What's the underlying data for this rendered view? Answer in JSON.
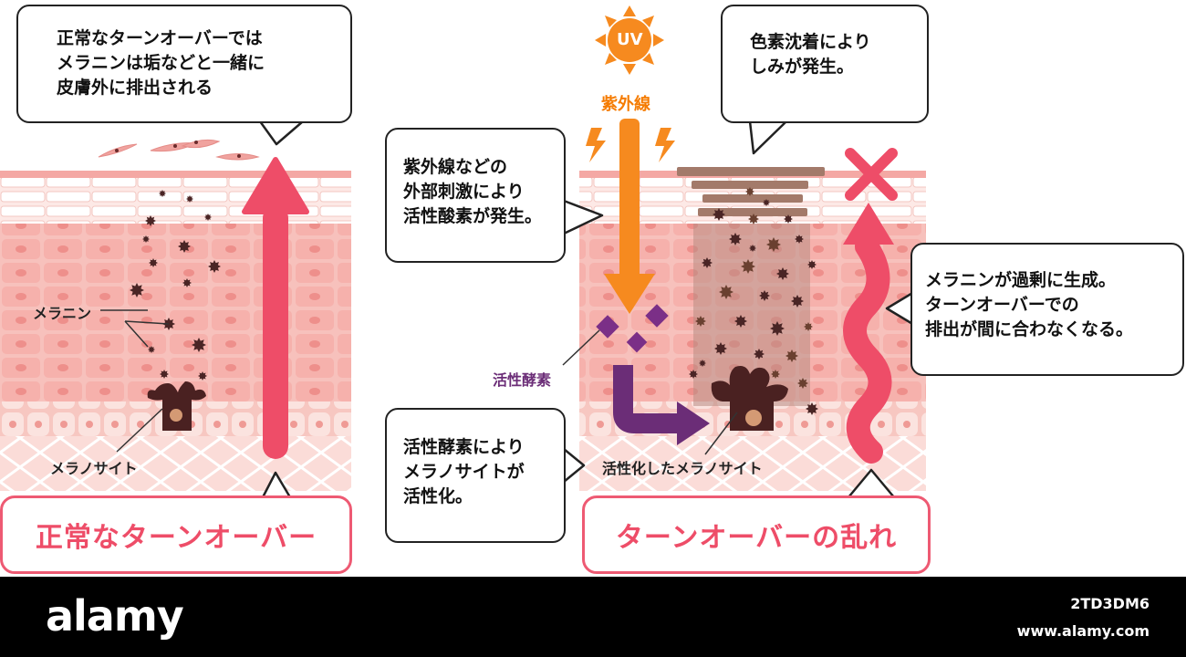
{
  "left_panel": {
    "bubble_text": "正常なターンオーバーでは\nメラニンは垢などと一緒に\n皮膚外に排出される",
    "label_melanin": "メラニン",
    "label_melanocyte": "メラノサイト",
    "title": "正常なターンオーバー"
  },
  "right_panel": {
    "uv_badge": "UV",
    "uv_label": "紫外線",
    "bubble_uv": "紫外線などの\n外部刺激により\n活性酸素が発生。",
    "label_ros": "活性酵素",
    "bubble_ros": "活性酵素により\nメラノサイトが\n活性化。",
    "label_activated": "活性化したメラノサイト",
    "bubble_pigment": "色素沈着により\nしみが発生。",
    "bubble_excess": "メラニンが過剰に生成。\nターンオーバーでの\n排出が間に合わなくなる。",
    "title": "ターンオーバーの乱れ"
  },
  "watermark": {
    "logo": "alamy",
    "image_id": "2TD3DM6",
    "url": "www.alamy.com"
  },
  "colors": {
    "skin_pink": "#f6b8b4",
    "skin_light": "#fde6e2",
    "accent_red": "#ee4d68",
    "uv_orange": "#f68a1f",
    "ros_purple": "#6b2d77",
    "melanin_dark": "#4a2525"
  }
}
